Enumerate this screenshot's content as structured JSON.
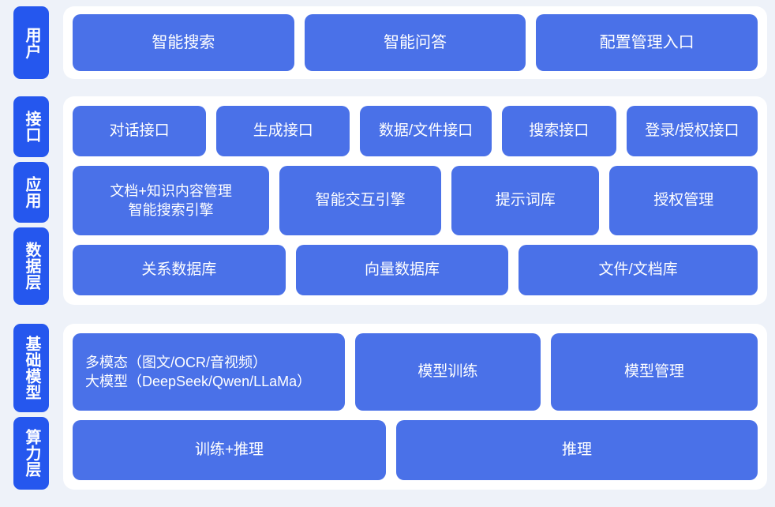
{
  "colors": {
    "page_background": "#eef2f9",
    "panel_background": "#ffffff",
    "chip_blue": "#2557ee",
    "box_blue": "#4a71e8",
    "text_on_blue": "#ffffff"
  },
  "sections": [
    {
      "id": "user",
      "chips": [
        "用户"
      ],
      "rows": [
        {
          "id": "user-entries",
          "boxes": [
            {
              "label": "智能搜索",
              "flex": 1
            },
            {
              "label": "智能问答",
              "flex": 1
            },
            {
              "label": "配置管理入口",
              "flex": 1
            }
          ]
        }
      ]
    },
    {
      "id": "platform",
      "chips": [
        "接口",
        "应用",
        "数据层"
      ],
      "rows": [
        {
          "id": "interface-row",
          "boxes": [
            {
              "label": "对话接口",
              "flex": 1.02
            },
            {
              "label": "生成接口",
              "flex": 1.02
            },
            {
              "label": "数据/文件接口",
              "flex": 1
            },
            {
              "label": "搜索接口",
              "flex": 0.86
            },
            {
              "label": "登录/授权接口",
              "flex": 1
            }
          ]
        },
        {
          "id": "application-row",
          "boxes": [
            {
              "label": "文档+知识内容管理\n智能搜索引擎",
              "flex": 1.36,
              "multiline": true
            },
            {
              "label": "智能交互引擎",
              "flex": 1.1
            },
            {
              "label": "提示词库",
              "flex": 1
            },
            {
              "label": "授权管理",
              "flex": 1
            }
          ]
        },
        {
          "id": "data-row",
          "boxes": [
            {
              "label": "关系数据库",
              "flex": 1
            },
            {
              "label": "向量数据库",
              "flex": 1
            },
            {
              "label": "文件/文档库",
              "flex": 1.13
            }
          ]
        }
      ]
    },
    {
      "id": "infrastructure",
      "chips": [
        "基础模型",
        "算力层"
      ],
      "rows": [
        {
          "id": "model-row",
          "boxes": [
            {
              "label": "多模态（图文/OCR/音视频）\n大模型（DeepSeek/Qwen/LLaMa）",
              "flex": 1.46,
              "multiline": true,
              "align": "left"
            },
            {
              "label": "模型训练",
              "flex": 1
            },
            {
              "label": "模型管理",
              "flex": 1.12
            }
          ]
        },
        {
          "id": "compute-row",
          "boxes": [
            {
              "label": "训练+推理",
              "flex": 1
            },
            {
              "label": "推理",
              "flex": 1.16
            }
          ]
        }
      ]
    }
  ]
}
